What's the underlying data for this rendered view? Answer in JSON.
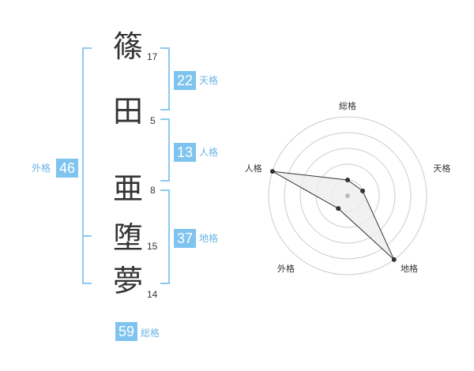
{
  "name": {
    "chars": [
      {
        "char": "篠",
        "strokes": "17"
      },
      {
        "char": "田",
        "strokes": "5"
      },
      {
        "char": "亜",
        "strokes": "8"
      },
      {
        "char": "堕",
        "strokes": "15"
      },
      {
        "char": "夢",
        "strokes": "14"
      }
    ]
  },
  "fortunes": {
    "tenkaku": {
      "value": "22",
      "label": "天格"
    },
    "jinkaku": {
      "value": "13",
      "label": "人格"
    },
    "chikaku": {
      "value": "37",
      "label": "地格"
    },
    "gaikaku": {
      "value": "46",
      "label": "外格"
    },
    "soukaku": {
      "value": "59",
      "label": "総格"
    }
  },
  "chart_data": {
    "type": "radar",
    "axes": [
      "総格",
      "天格",
      "地格",
      "外格",
      "人格"
    ],
    "values": [
      1,
      1,
      5,
      1,
      5
    ],
    "range": [
      0,
      5
    ],
    "grid": true,
    "colors": {
      "fill": "#eeeeee",
      "stroke": "#333333",
      "grid": "#cccccc",
      "center": "#bbbbbb"
    }
  }
}
